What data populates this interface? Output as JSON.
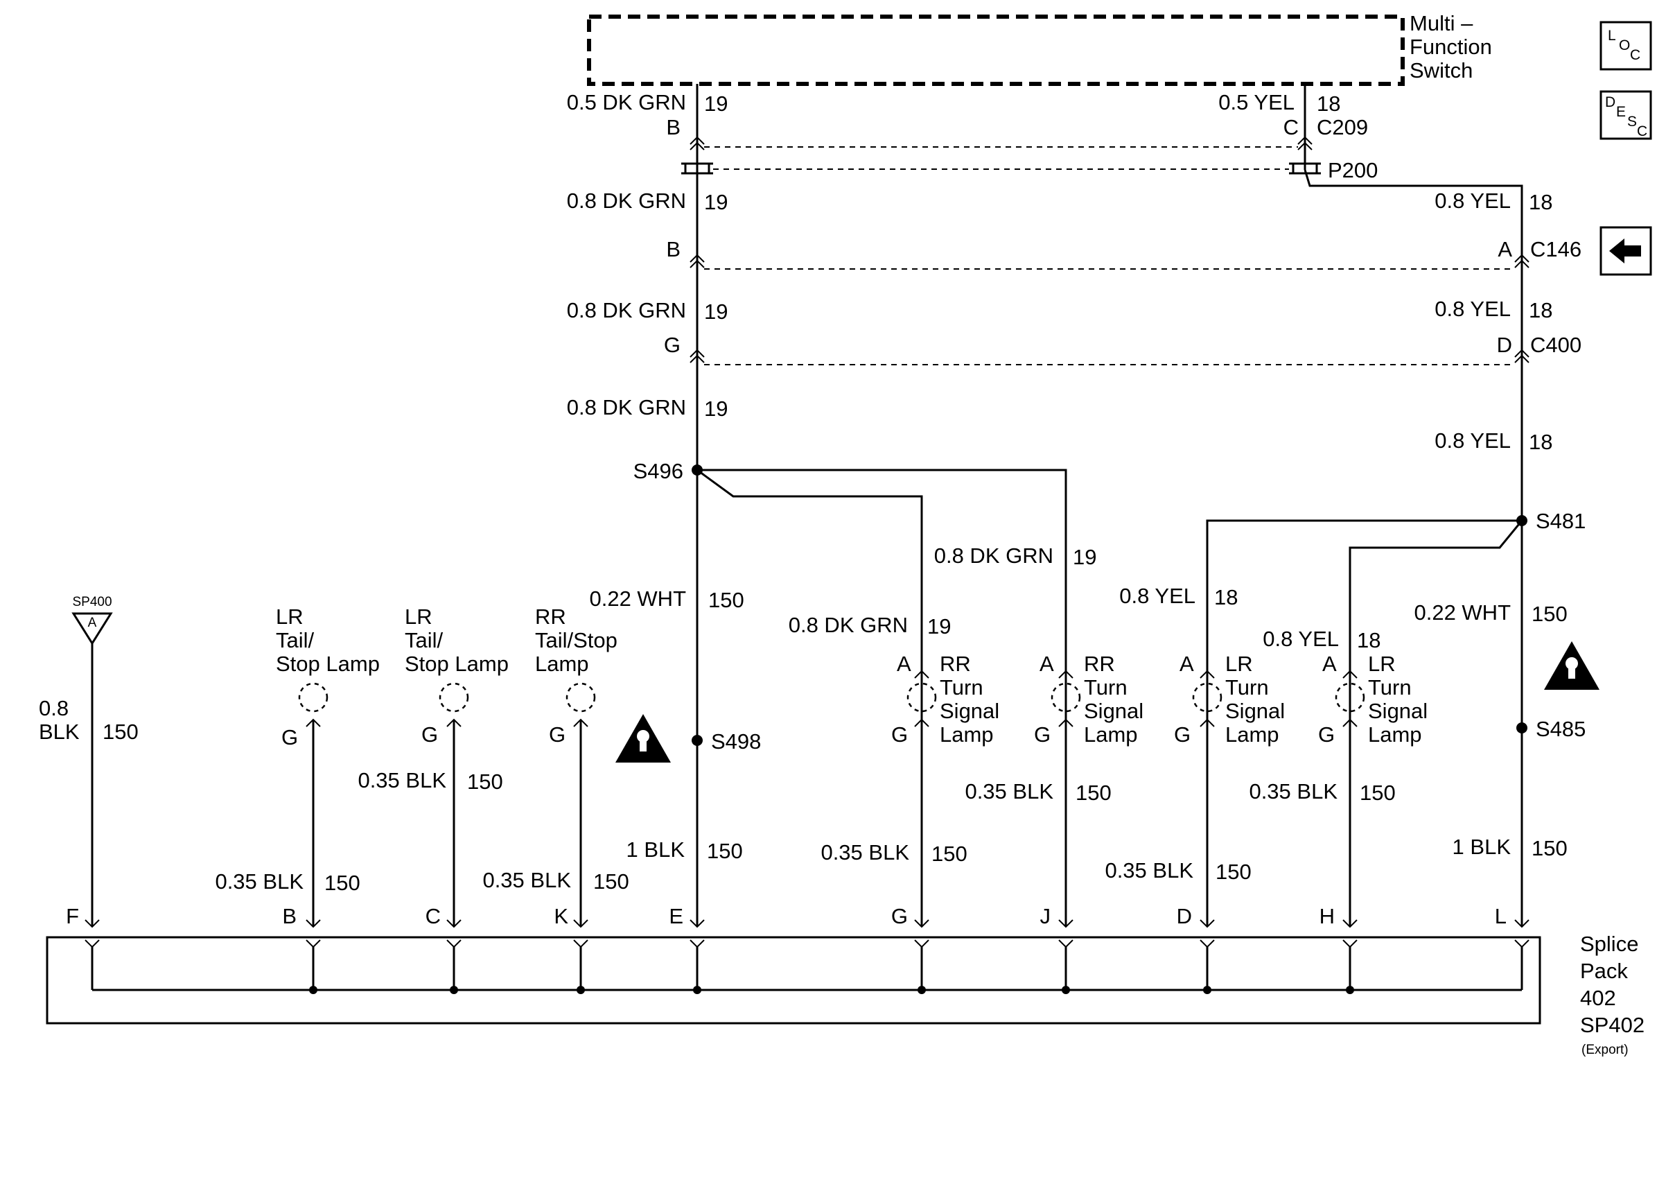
{
  "modules": {
    "multi_function_switch": [
      "Multi –",
      "Function",
      "Switch"
    ],
    "splice_pack": [
      "Splice",
      "Pack",
      "402",
      "SP402"
    ],
    "splice_pack_note": "(Export)"
  },
  "ground": {
    "id": "SP400",
    "pin": "A"
  },
  "icons": {
    "loc": {
      "big": "L",
      "sub1": "O",
      "sub2": "C"
    },
    "desc": {
      "big": "D",
      "sub1": "E",
      "sub2": "S",
      "sub3": "C"
    }
  },
  "connectors": {
    "c209": "C209",
    "p200": "P200",
    "c146": "C146",
    "c400": "C400"
  },
  "pins": {
    "mfs_19": "19",
    "mfs_18": "18",
    "c209_b": "B",
    "c209_c": "C",
    "c146_b": "B",
    "c146_a": "A",
    "c400_g": "G",
    "c400_d": "D"
  },
  "wires": {
    "w1_gauge": "0.5 DK GRN",
    "w1_circuit": "19",
    "w2_gauge": "0.5 YEL",
    "w2_circuit": "18",
    "w3_gauge": "0.8 DK GRN",
    "w3_circuit": "19",
    "w4_gauge": "0.8 YEL",
    "w4_circuit": "18",
    "w5_gauge": "0.8 DK GRN",
    "w5_circuit": "19",
    "w6_gauge": "0.8 YEL",
    "w6_circuit": "18",
    "w7_gauge": "0.8 DK GRN",
    "w7_circuit": "19",
    "w8_gauge": "0.8 YEL",
    "w8_circuit": "18",
    "w9_gauge": "0.8 DK GRN",
    "w9_circuit": "19",
    "w10_gauge": "0.8 DK GRN",
    "w10_circuit": "19",
    "w11_gauge": "0.8 YEL",
    "w11_circuit": "18",
    "w12_gauge": "0.8 YEL",
    "w12_circuit": "18",
    "w13_gauge": "0.22 WHT",
    "w13_circuit": "150",
    "w14_gauge": "0.22 WHT",
    "w14_circuit": "150",
    "w15_gauge": "0.8",
    "w15_gauge2": "BLK",
    "w15_circuit": "150",
    "w16_gauge": "0.35 BLK",
    "w16_circuit": "150",
    "w17_gauge": "0.35 BLK",
    "w17_circuit": "150",
    "w18_gauge": "0.35 BLK",
    "w18_circuit": "150",
    "w19_gauge": "1 BLK",
    "w19_circuit": "150",
    "w20_gauge": "0.35 BLK",
    "w20_circuit": "150",
    "w21_gauge": "0.35 BLK",
    "w21_circuit": "150",
    "w22_gauge": "0.35 BLK",
    "w22_circuit": "150",
    "w23_gauge": "0.35 BLK",
    "w23_circuit": "150",
    "w24_gauge": "1 BLK",
    "w24_circuit": "150"
  },
  "splices": {
    "s496": "S496",
    "s481": "S481",
    "s498": "S498",
    "s485": "S485"
  },
  "lamps": [
    {
      "name": [
        "LR",
        "Tail/",
        "Stop Lamp"
      ],
      "pin_g": "G"
    },
    {
      "name": [
        "LR",
        "Tail/",
        "Stop Lamp"
      ],
      "pin_g": "G"
    },
    {
      "name": [
        "RR",
        "Tail/Stop",
        "Lamp"
      ],
      "pin_g": "G"
    },
    {
      "name": [
        "RR",
        "Turn",
        "Signal",
        "Lamp"
      ],
      "pin_a": "A",
      "pin_g": "G"
    },
    {
      "name": [
        "RR",
        "Turn",
        "Signal",
        "Lamp"
      ],
      "pin_a": "A",
      "pin_g": "G"
    },
    {
      "name": [
        "LR",
        "Turn",
        "Signal",
        "Lamp"
      ],
      "pin_a": "A",
      "pin_g": "G"
    },
    {
      "name": [
        "LR",
        "Turn",
        "Signal",
        "Lamp"
      ],
      "pin_a": "A",
      "pin_g": "G"
    }
  ],
  "splice_pack_pins": [
    "F",
    "B",
    "C",
    "K",
    "E",
    "G",
    "J",
    "D",
    "H",
    "L"
  ]
}
